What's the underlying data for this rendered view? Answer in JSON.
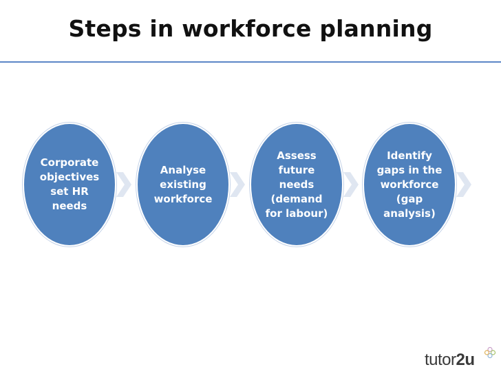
{
  "title": "Steps in workforce planning",
  "steps": [
    {
      "label": "Corporate\nobjectives\nset HR\nneeds"
    },
    {
      "label": "Analyse\nexisting\nworkforce"
    },
    {
      "label": "Assess\nfuture\nneeds\n(demand\nfor labour)"
    },
    {
      "label": "Identify\ngaps in the\nworkforce\n(gap\nanalysis)"
    }
  ],
  "logo": {
    "text_regular": "tutor",
    "text_bold": "2u"
  },
  "colors": {
    "circle_fill": "#4f81bd",
    "arrow_fill": "#dfe6f1",
    "title_rule": "#5b85c6"
  }
}
